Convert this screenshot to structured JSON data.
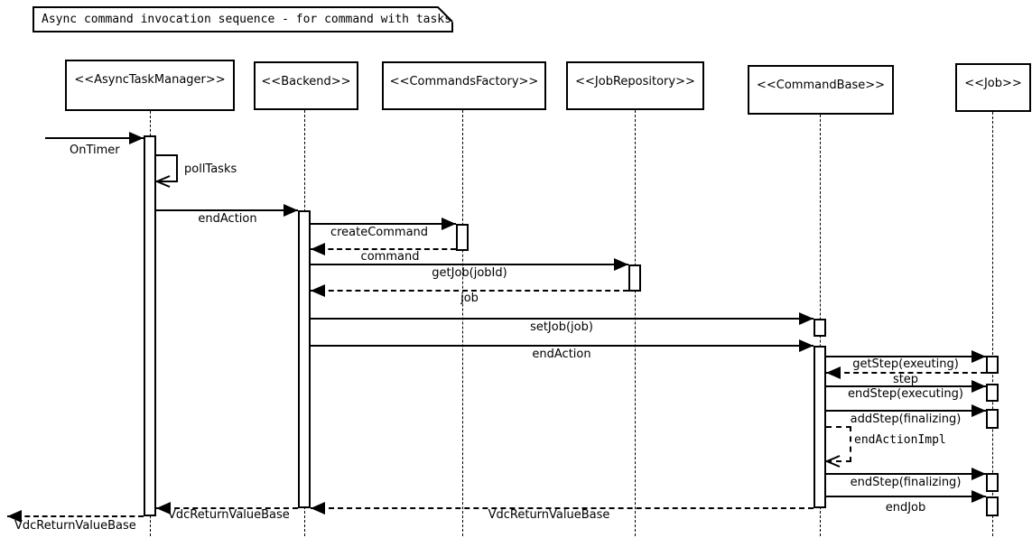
{
  "diagram": {
    "title": "Async command invocation sequence - for command with tasks",
    "type": "uml-sequence-diagram",
    "colors": {
      "foreground": "#000000",
      "background": "#ffffff"
    }
  },
  "participants": [
    {
      "label": "<<AsyncTaskManager>>"
    },
    {
      "label": "<<Backend>>"
    },
    {
      "label": "<<CommandsFactory>>"
    },
    {
      "label": "<<JobRepository>>"
    },
    {
      "label": "<<CommandBase>>"
    },
    {
      "label": "<<Job>>"
    }
  ],
  "messages": [
    {
      "label": "OnTimer",
      "from": "external",
      "to": "AsyncTaskManager",
      "kind": "call"
    },
    {
      "label": "pollTasks",
      "from": "AsyncTaskManager",
      "to": "AsyncTaskManager",
      "kind": "self-call"
    },
    {
      "label": "endAction",
      "from": "AsyncTaskManager",
      "to": "Backend",
      "kind": "call"
    },
    {
      "label": "createCommand",
      "from": "Backend",
      "to": "CommandsFactory",
      "kind": "call"
    },
    {
      "label": "command",
      "from": "CommandsFactory",
      "to": "Backend",
      "kind": "return"
    },
    {
      "label": "getJob(jobId)",
      "from": "Backend",
      "to": "JobRepository",
      "kind": "call"
    },
    {
      "label": "job",
      "from": "JobRepository",
      "to": "Backend",
      "kind": "return"
    },
    {
      "label": "setJob(job)",
      "from": "Backend",
      "to": "CommandBase",
      "kind": "call"
    },
    {
      "label": "endAction",
      "from": "Backend",
      "to": "CommandBase",
      "kind": "call"
    },
    {
      "label": "getStep(exeuting)",
      "from": "CommandBase",
      "to": "Job",
      "kind": "call"
    },
    {
      "label": "step",
      "from": "Job",
      "to": "CommandBase",
      "kind": "return"
    },
    {
      "label": "endStep(executing)",
      "from": "CommandBase",
      "to": "Job",
      "kind": "call"
    },
    {
      "label": "addStep(finalizing)",
      "from": "CommandBase",
      "to": "Job",
      "kind": "call"
    },
    {
      "label": "endActionImpl",
      "from": "CommandBase",
      "to": "CommandBase",
      "kind": "self-call"
    },
    {
      "label": "endStep(finalizing)",
      "from": "CommandBase",
      "to": "Job",
      "kind": "call"
    },
    {
      "label": "endJob",
      "from": "CommandBase",
      "to": "Job",
      "kind": "call"
    },
    {
      "label": "VdcReturnValueBase",
      "from": "CommandBase",
      "to": "Backend",
      "kind": "return"
    },
    {
      "label": "VdcReturnValueBase",
      "from": "Backend",
      "to": "AsyncTaskManager",
      "kind": "return"
    },
    {
      "label": "VdcReturnValueBase",
      "from": "AsyncTaskManager",
      "to": "external",
      "kind": "return"
    }
  ]
}
